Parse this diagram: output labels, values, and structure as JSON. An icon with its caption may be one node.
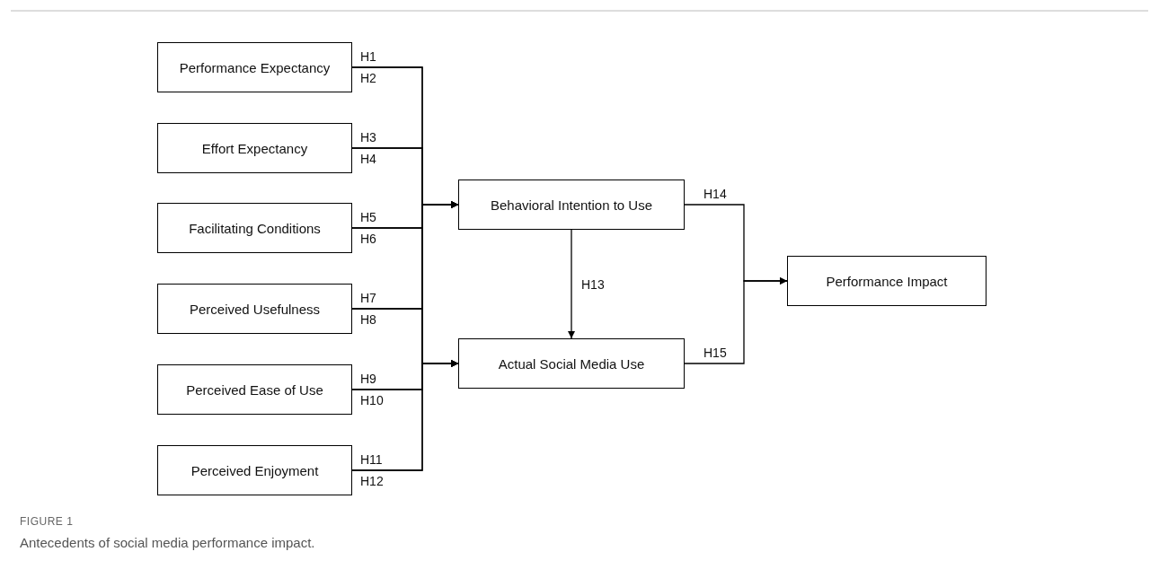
{
  "diagram": {
    "caption": "Antecedents of social media performance impact.",
    "nodes": [
      {
        "text": [
          "Performance Expectancy"
        ]
      },
      {
        "text": [
          "Effort Expectancy"
        ]
      },
      {
        "text": [
          "Facilitating Conditions"
        ]
      },
      {
        "text": [
          "Perceived Usefulness"
        ]
      },
      {
        "text": [
          "Perceived Ease of Use"
        ]
      },
      {
        "text": [
          "Perceived Enjoyment"
        ]
      },
      {
        "text": [
          "Behavioral Intention to Use"
        ]
      },
      {
        "text": [
          "Actual Social Media Use"
        ]
      },
      {
        "text": [
          "Performance Impact"
        ]
      }
    ],
    "edges": [
      {
        "from": 0,
        "to": 6,
        "arrow": "to",
        "label": "H1"
      },
      {
        "from": 0,
        "to": 7,
        "arrow": "to",
        "label": "H2"
      },
      {
        "from": 1,
        "to": 6,
        "arrow": "to",
        "label": "H3"
      },
      {
        "from": 1,
        "to": 7,
        "arrow": "to",
        "label": "H4"
      },
      {
        "from": 2,
        "to": 6,
        "arrow": "to",
        "label": "H5"
      },
      {
        "from": 2,
        "to": 7,
        "arrow": "to",
        "label": "H6"
      },
      {
        "from": 3,
        "to": 6,
        "arrow": "to",
        "label": "H7"
      },
      {
        "from": 3,
        "to": 7,
        "arrow": "to",
        "label": "H8"
      },
      {
        "from": 4,
        "to": 6,
        "arrow": "to",
        "label": "H9"
      },
      {
        "from": 4,
        "to": 7,
        "arrow": "to",
        "label": "H10"
      },
      {
        "from": 5,
        "to": 6,
        "arrow": "to",
        "label": "H11"
      },
      {
        "from": 5,
        "to": 7,
        "arrow": "to",
        "label": "H12"
      },
      {
        "from": 6,
        "to": 7,
        "arrow": "to",
        "label": "H13"
      },
      {
        "from": 6,
        "to": 8,
        "arrow": "to",
        "label": "H14"
      },
      {
        "from": 7,
        "to": 8,
        "arrow": "to",
        "label": "H15"
      }
    ],
    "labels": [
      "FIGURE 1"
    ]
  }
}
